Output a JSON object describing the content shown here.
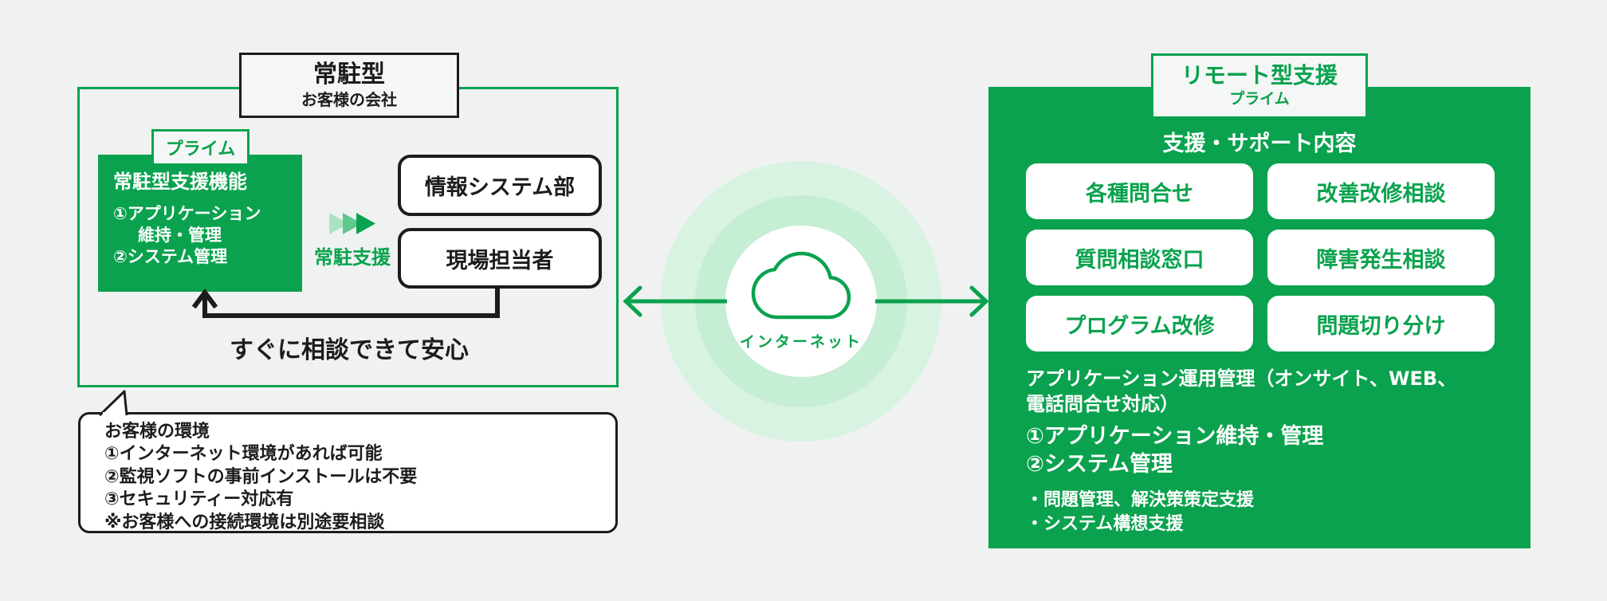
{
  "colors": {
    "background": "#f0f2f1",
    "green": "#0aa24e",
    "chevron_light": "#a9e4c0",
    "chevron_mid": "#5ec98c",
    "halo_outer": "#d9f3e2",
    "halo_inner": "#c5eed4",
    "text_black": "#1c1c1c",
    "white": "#ffffff"
  },
  "left_panel": {
    "title": "常駐型",
    "subtitle": "お客様の会社",
    "prime_tag": "プライム",
    "feature_box": {
      "title": "常駐型支援機能",
      "line1": "①アプリケーション",
      "line2": "維持・管理",
      "line3": "②システム管理"
    },
    "chevron_label": "常駐支援",
    "dept_box": "情報システム部",
    "staff_box": "現場担当者",
    "caption": "すぐに相談できて安心",
    "callout": {
      "line1": "お客様の環境",
      "line2": "①インターネット環境があれば可能",
      "line3": "②監視ソフトの事前インストールは不要",
      "line4": "③セキュリティー対応有",
      "line5": "※お客様への接続環境は別途要相談"
    }
  },
  "internet": {
    "label": "インターネット",
    "icon": "cloud-icon"
  },
  "right_panel": {
    "title": "リモート型支援",
    "subtitle": "プライム",
    "heading": "支援・サポート内容",
    "buttons": [
      "各種問合せ",
      "改善改修相談",
      "質問相談窓口",
      "障害発生相談",
      "プログラム改修",
      "問題切り分け"
    ],
    "para_line1": "アプリケーション運用管理（オンサイト、WEB、",
    "para_line2": "電話問合せ対応）",
    "numbered1": "①アプリケーション維持・管理",
    "numbered2": "②システム管理",
    "bullet1": "・問題管理、解決策策定支援",
    "bullet2": "・システム構想支援"
  }
}
